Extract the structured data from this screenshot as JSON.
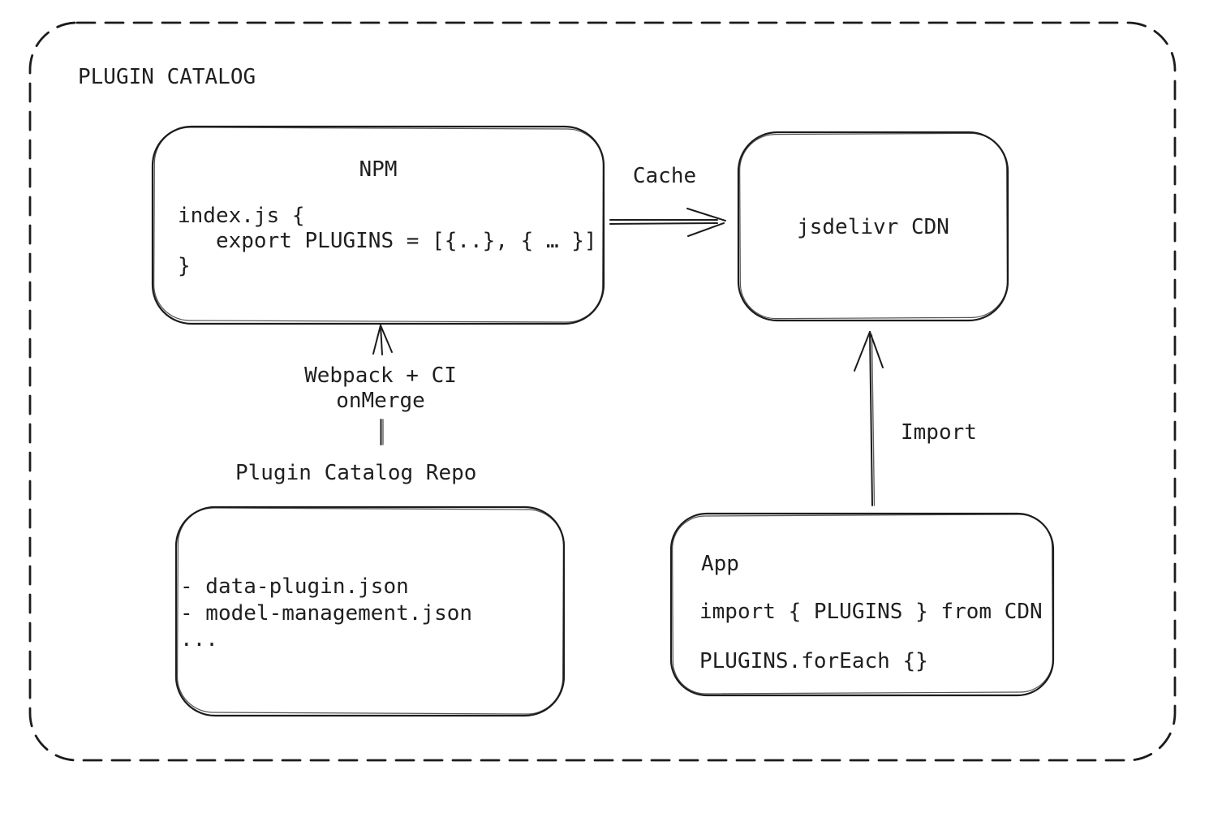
{
  "diagram": {
    "title": "PLUGIN CATALOG",
    "colors": {
      "stroke": "#1c1c1c",
      "text": "#1f1f1f",
      "background": "#ffffff"
    },
    "nodes": {
      "npm": {
        "title": "NPM",
        "code": "index.js {\n   export PLUGINS = [{..}, { … }]\n}"
      },
      "cdn": {
        "title": "jsdelivr CDN"
      },
      "repo": {
        "label": "Plugin Catalog Repo",
        "files": "- data-plugin.json\n- model-management.json\n..."
      },
      "app": {
        "title": "App",
        "code_line_1": "import { PLUGINS } from CDN",
        "code_line_2": "PLUGINS.forEach {}"
      }
    },
    "edges": {
      "cache": {
        "label": "Cache",
        "from": "NPM",
        "to": "jsdelivr CDN"
      },
      "build": {
        "label": "Webpack + CI\nonMerge",
        "from": "Plugin Catalog Repo",
        "to": "NPM"
      },
      "import_edge": {
        "label": "Import",
        "from": "App",
        "to": "jsdelivr CDN"
      }
    }
  }
}
